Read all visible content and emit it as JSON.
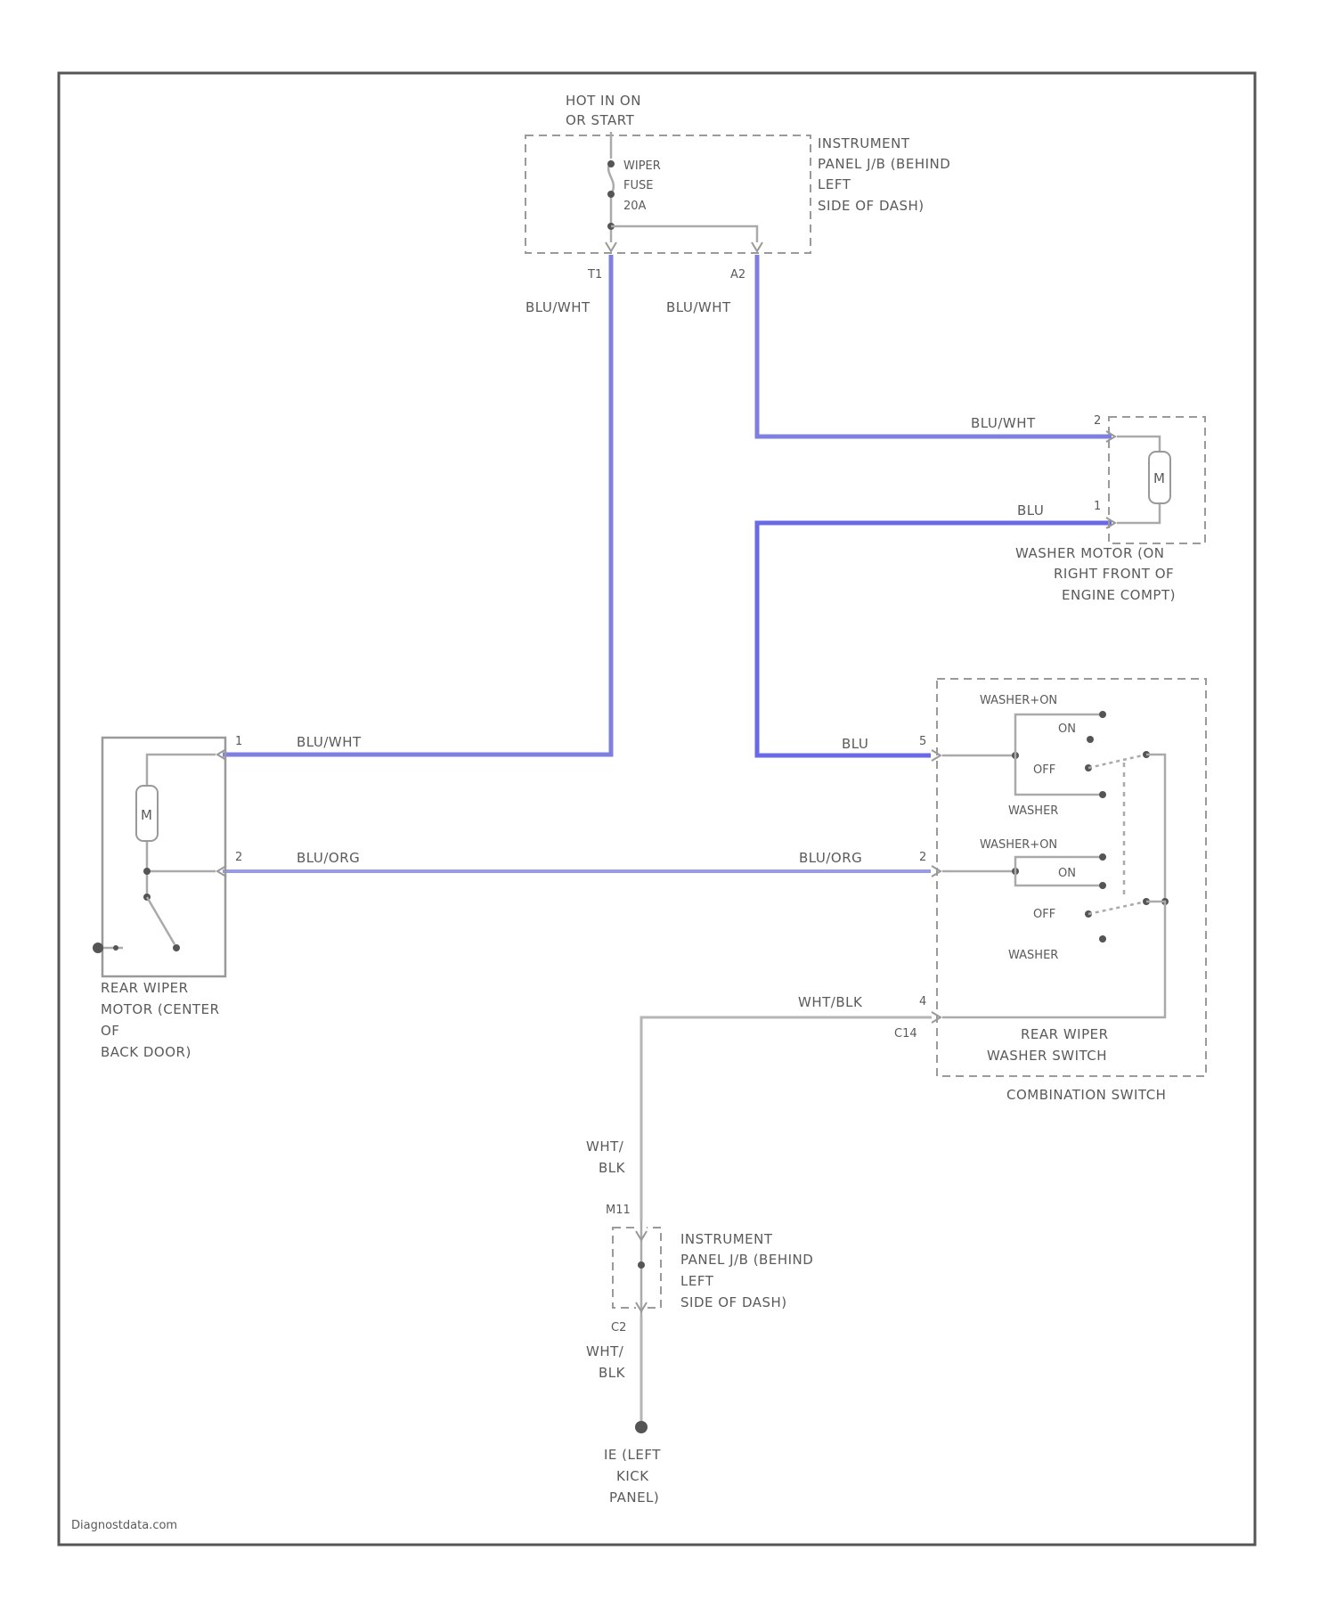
{
  "diagram": {
    "watermark": "Diagnostdata.com",
    "power": {
      "line1": "HOT IN ON",
      "line2": "OR START"
    },
    "fuse": {
      "line1": "WIPER",
      "line2": "FUSE",
      "line3": "20A"
    },
    "fuse_box": {
      "line1": "INSTRUMENT",
      "line2": "PANEL J/B (BEHIND",
      "line3": "LEFT",
      "line4": "SIDE OF DASH)",
      "pin_left": "T1",
      "pin_right": "A2"
    },
    "wires": {
      "left_drop": "BLU/WHT",
      "right_drop": "BLU/WHT",
      "washer_top": "BLU/WHT",
      "washer_bottom": "BLU",
      "switch_blu": "BLU",
      "rear_motor_1": "BLU/WHT",
      "rear_motor_2": "BLU/ORG",
      "switch_2": "BLU/ORG",
      "switch_ground": "WHT/BLK",
      "ground_a_1": "WHT/",
      "ground_a_2": "BLK",
      "ground_b_1": "WHT/",
      "ground_b_2": "BLK"
    },
    "washer_motor": {
      "symbol": "M",
      "pin_top": "2",
      "pin_bottom": "1",
      "line1": "WASHER MOTOR (ON",
      "line2": "RIGHT FRONT OF",
      "line3": "ENGINE COMPT)"
    },
    "rear_motor": {
      "symbol": "M",
      "pin_1": "1",
      "pin_2": "2",
      "line1": "REAR WIPER",
      "line2": "MOTOR (CENTER",
      "line3": "OF",
      "line4": "BACK DOOR)"
    },
    "switch": {
      "pin_top": "5",
      "pin_mid": "2",
      "pin_gnd": "4",
      "pin_conn": "C14",
      "upper": {
        "washer_on": "WASHER+ON",
        "on": "ON",
        "off": "OFF",
        "washer": "WASHER"
      },
      "lower": {
        "washer_on": "WASHER+ON",
        "on": "ON",
        "off": "OFF",
        "washer": "WASHER"
      },
      "name1": "REAR WIPER",
      "name2": "WASHER SWITCH",
      "group": "COMBINATION SWITCH"
    },
    "jb_bottom": {
      "pin_top": "M11",
      "pin_bottom": "C2",
      "line1": "INSTRUMENT",
      "line2": "PANEL J/B (BEHIND",
      "line3": "LEFT",
      "line4": "SIDE OF DASH)"
    },
    "ground": {
      "line1": "IE (LEFT",
      "line2": "KICK",
      "line3": "PANEL)"
    }
  }
}
